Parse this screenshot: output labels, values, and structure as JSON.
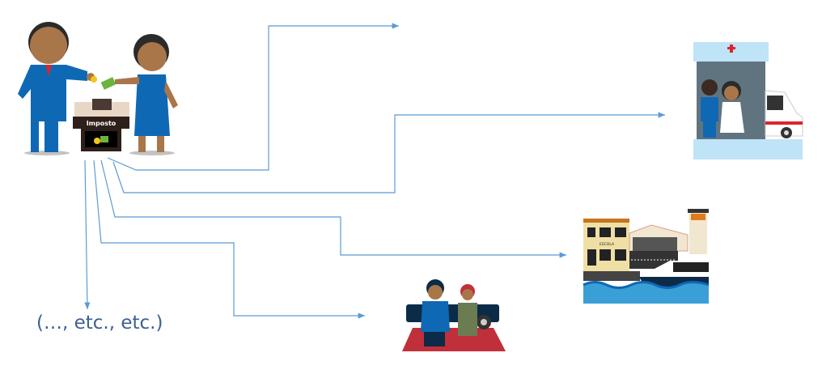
{
  "taxpayers": {
    "ballot_label": "Imposto"
  },
  "destinations": {
    "school_label": "ESCOLA",
    "more_label": "(…, etc., etc.)"
  },
  "colors": {
    "arrow": "#5b9bd5",
    "suit": "#0f68b4",
    "skin": "#a9764a",
    "hair": "#2b2b2b",
    "clinic_light": "#bfe3f7",
    "clinic_wall": "#607480",
    "water": "#3a9fd6"
  }
}
